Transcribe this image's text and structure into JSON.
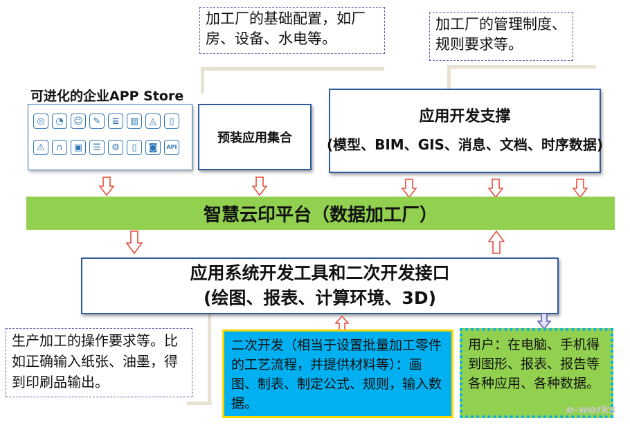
{
  "callouts": {
    "base_config": "加工厂的基础配置，如厂房、设备、水电等。",
    "management": "加工厂的管理制度、规则要求等。",
    "production": "生产加工的操作要求等。比如正确输入纸张、油墨，得到印刷品输出。",
    "secondary_dev": "二次开发（相当于设置批量加工零件的工艺流程，并提供材料等）：画图、制表、制定公式、规则，输入数据。",
    "user": "用户：在电脑、手机得到图形、报表、报告等各种应用、各种数据。"
  },
  "app_store": {
    "title": "可进化的企业APP Store",
    "icons_row1": [
      "steering-wheel-icon",
      "gauge-icon",
      "robot-icon",
      "edit-icon",
      "document-icon",
      "bar-chart-icon",
      "alarm-icon",
      "book-icon"
    ],
    "icons_row2": [
      "warning-icon",
      "headset-icon",
      "image-icon",
      "database-icon",
      "gear-icon",
      "phone-icon",
      "card-icon",
      "api-icon"
    ],
    "api_label": "API"
  },
  "preinstalled": {
    "label": "预装应用集合"
  },
  "app_dev_support": {
    "line1": "应用开发支撑",
    "line2": "(模型、BIM、GIS、消息、文档、时序数据)"
  },
  "platform": {
    "label": "智慧云印平台（数据加工厂）"
  },
  "dev_tools": {
    "line1": "应用系统开发工具和二次开发接口",
    "line2": "(绘图、报表、计算环境、3D)"
  },
  "watermark": "e-works",
  "colors": {
    "platform_green": "#92d050",
    "cyan_box": "#00b0f0",
    "yellow_border": "#ffd700",
    "arrow_red": "#e74c3c",
    "border_blue": "#2e5a9e"
  }
}
